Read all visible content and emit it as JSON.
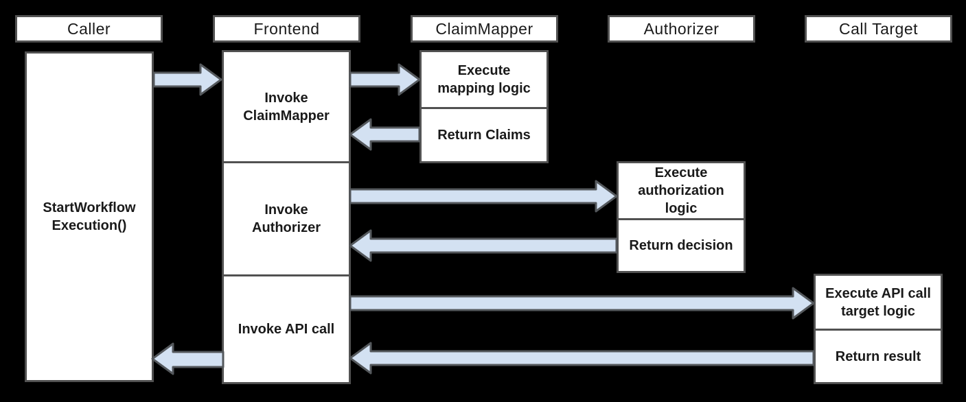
{
  "colors": {
    "background": "#000000",
    "box_fill": "#ffffff",
    "box_border": "#515151",
    "arrow_fill": "#d3e1f2",
    "arrow_stroke": "#54585c",
    "text": "#1a1a1a"
  },
  "lanes": [
    {
      "label": "Caller"
    },
    {
      "label": "Frontend"
    },
    {
      "label": "ClaimMapper"
    },
    {
      "label": "Authorizer"
    },
    {
      "label": "Call Target"
    }
  ],
  "caller": {
    "activity": "StartWorkflow\nExecution()"
  },
  "frontend": {
    "steps": [
      "Invoke\nClaimMapper",
      "Invoke\nAuthorizer",
      "Invoke API call"
    ]
  },
  "claimmapper": {
    "steps": [
      "Execute\nmapping logic",
      "Return Claims"
    ]
  },
  "authorizer": {
    "steps": [
      "Execute\nauthorization\nlogic",
      "Return decision"
    ]
  },
  "calltarget": {
    "steps": [
      "Execute API call\ntarget logic",
      "Return result"
    ]
  },
  "edges": [
    {
      "from": "Caller",
      "to": "Frontend"
    },
    {
      "from": "Frontend",
      "to": "ClaimMapper"
    },
    {
      "from": "ClaimMapper",
      "to": "Frontend"
    },
    {
      "from": "Frontend",
      "to": "Authorizer"
    },
    {
      "from": "Authorizer",
      "to": "Frontend"
    },
    {
      "from": "Frontend",
      "to": "Call Target"
    },
    {
      "from": "Call Target",
      "to": "Frontend"
    },
    {
      "from": "Frontend",
      "to": "Caller"
    }
  ]
}
